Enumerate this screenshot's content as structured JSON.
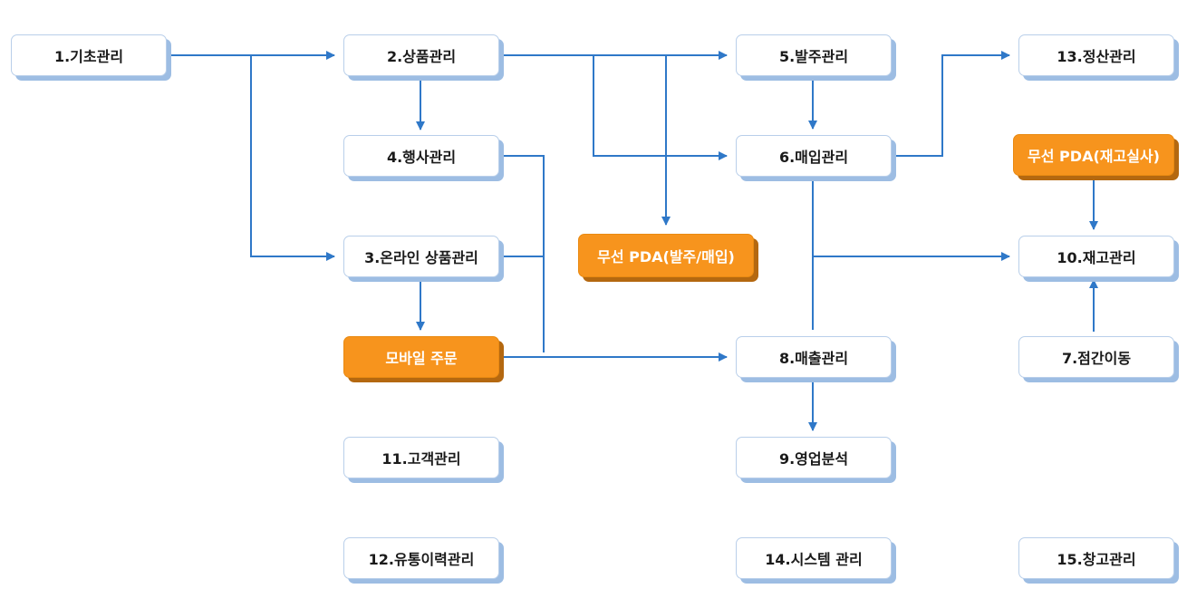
{
  "nodes": {
    "n1": "1.기초관리",
    "n2": "2.상품관리",
    "n3": "3.온라인 상품관리",
    "n4": "4.행사관리",
    "n5": "5.발주관리",
    "n6": "6.매입관리",
    "n7": "7.점간이동",
    "n8": "8.매출관리",
    "n9": "9.영업분석",
    "n10": "10.재고관리",
    "n11": "11.고객관리",
    "n12": "12.유통이력관리",
    "n13": "13.정산관리",
    "n14": "14.시스템 관리",
    "n15": "15.창고관리",
    "pda_order": "무선 PDA(발주/매입)",
    "mobile_order": "모바일 주문",
    "pda_stock": "무선 PDA(재고실사)"
  },
  "colors": {
    "node_border": "#b9cfea",
    "node_shadow": "#9dbde3",
    "highlight": "#f7941d",
    "highlight_shadow": "#b46810",
    "connector": "#2f78c8"
  }
}
